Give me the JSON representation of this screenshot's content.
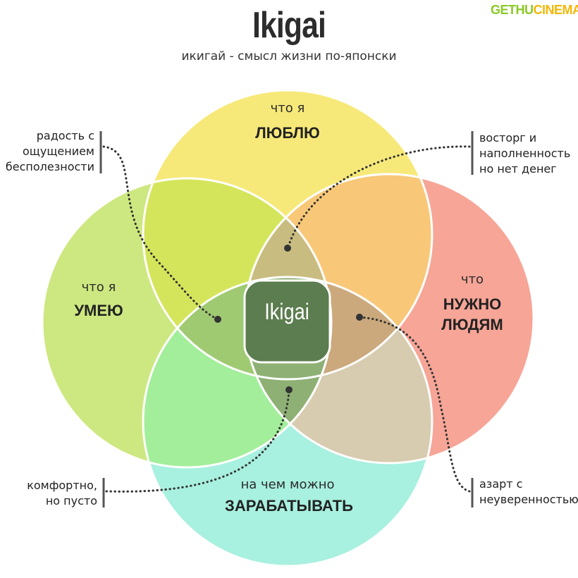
{
  "header": {
    "title": "Ikigai",
    "subtitle": "икигай - смысл жизни по-японски"
  },
  "watermark": {
    "part1": "GETHU",
    "part2": "CINEMA"
  },
  "circles": {
    "love": {
      "line1": "что я",
      "line2": "ЛЮБЛЮ",
      "color": "#f7e979"
    },
    "good_at": {
      "line1": "что я",
      "line2": "УМЕЮ",
      "color": "#cde880"
    },
    "world_needs": {
      "line1": "что",
      "line2a": "НУЖНО",
      "line2b": "ЛЮДЯМ",
      "color": "#f6a597"
    },
    "paid_for": {
      "line1": "на чем можно",
      "line2": "ЗАРАБАТЫВАТЬ",
      "color": "#a8f0df"
    }
  },
  "center": {
    "label": "Ikigai",
    "color": "#5c7d4f"
  },
  "notes": {
    "top_left": [
      "радость с",
      "ощущением",
      "бесполезности"
    ],
    "top_right": [
      "восторг и",
      "наполненность",
      "но нет денег"
    ],
    "bottom_left": [
      "комфортно,",
      "но пусто"
    ],
    "bottom_right": [
      "азарт с",
      "неуверенностью"
    ]
  }
}
